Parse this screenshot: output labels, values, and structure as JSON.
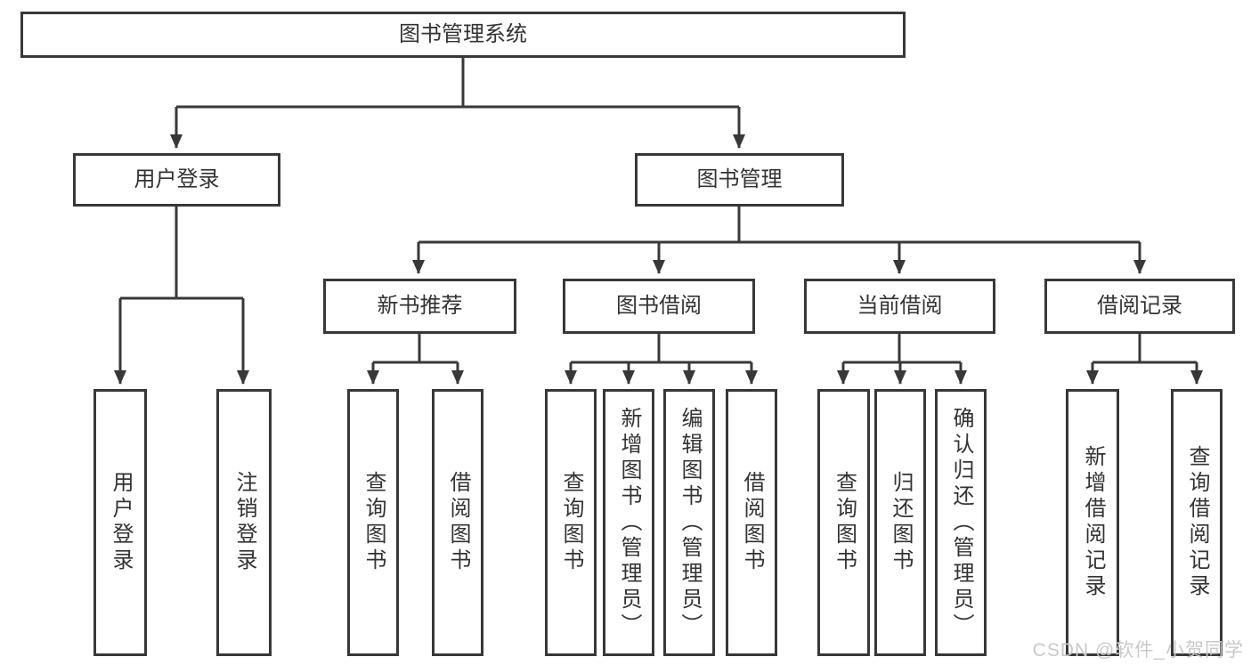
{
  "tree": {
    "root": {
      "label": "图书管理系统",
      "children": [
        {
          "label": "用户登录",
          "children": [
            {
              "label": "用户登录"
            },
            {
              "label": "注销登录"
            }
          ]
        },
        {
          "label": "图书管理",
          "children": [
            {
              "label": "新书推荐",
              "children": [
                {
                  "label": "查询图书"
                },
                {
                  "label": "借阅图书"
                }
              ]
            },
            {
              "label": "图书借阅",
              "children": [
                {
                  "label": "查询图书"
                },
                {
                  "label": "新增图书（管理员）"
                },
                {
                  "label": "编辑图书（管理员）"
                },
                {
                  "label": "借阅图书"
                }
              ]
            },
            {
              "label": "当前借阅",
              "children": [
                {
                  "label": "查询图书"
                },
                {
                  "label": "归还图书"
                },
                {
                  "label": "确认归还（管理员）"
                }
              ]
            },
            {
              "label": "借阅记录",
              "children": [
                {
                  "label": "新增借阅记录"
                },
                {
                  "label": "查询借阅记录"
                }
              ]
            }
          ]
        }
      ]
    }
  },
  "watermark": {
    "text": "CSDN @软件_小贺同学"
  },
  "colors": {
    "line": "#383838",
    "text": "#333333",
    "watermark": "#c9c9c9",
    "background": "#ffffff"
  }
}
